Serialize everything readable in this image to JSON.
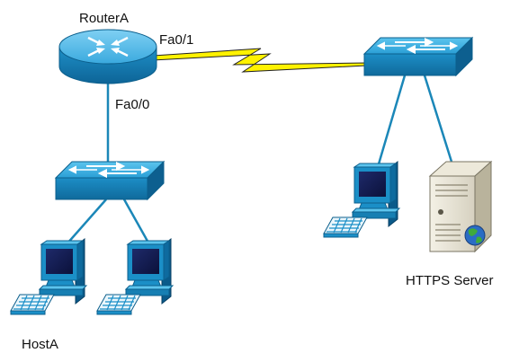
{
  "labels": {
    "router": "RouterA",
    "fa01": "Fa0/1",
    "fa00": "Fa0/0",
    "host": "HostA",
    "server": "HTTPS Server"
  },
  "colors": {
    "device_blue": "#1b8fc7",
    "device_dark": "#0c5f8c",
    "link": "#1b87b8",
    "serial": "#fff200",
    "serial_outline": "#222222"
  },
  "icons": [
    "router-icon",
    "switch-icon",
    "workstation-icon",
    "server-icon",
    "globe-icon"
  ]
}
